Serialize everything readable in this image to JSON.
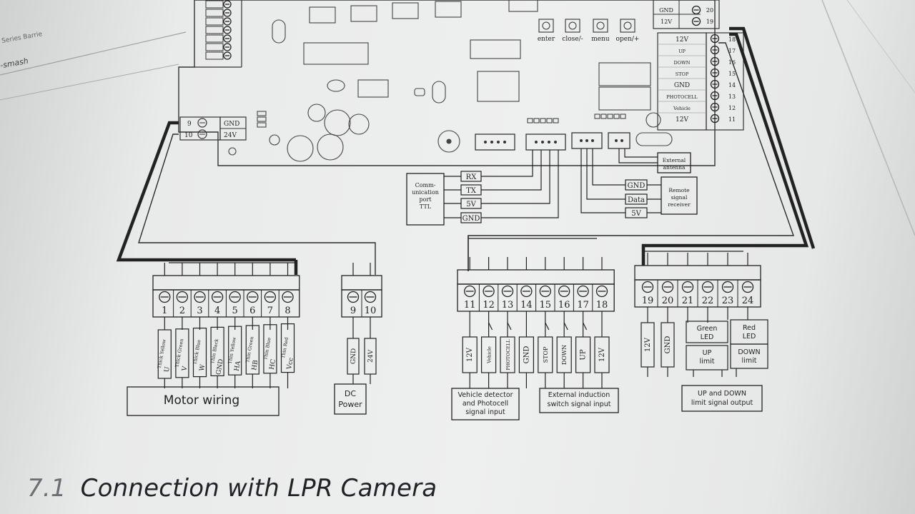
{
  "board": {
    "buttons": [
      "enter",
      "close/-",
      "menu",
      "open/+"
    ],
    "left_terminal": {
      "numbers": [
        "9",
        "10"
      ],
      "labels": [
        "GND",
        "24V"
      ]
    },
    "right_top": {
      "labels": [
        "GND",
        "12V"
      ],
      "numbers": [
        "20",
        "19"
      ]
    },
    "right_terminal": {
      "labels": [
        "12V",
        "UP",
        "DOWN",
        "STOP",
        "GND",
        "PHOTOCELL",
        "Vehicle",
        "12V"
      ],
      "numbers": [
        "18",
        "17",
        "16",
        "15",
        "14",
        "13",
        "12",
        "11"
      ]
    }
  },
  "comm_port": {
    "label_lines": [
      "Comm-",
      "unication",
      "port",
      "TTL"
    ],
    "signals": [
      "RX",
      "TX",
      "5V",
      "GND"
    ]
  },
  "remote": {
    "signals": [
      "GND",
      "Data",
      "5V"
    ],
    "label_lines": [
      "Remote",
      "signal",
      "receiver"
    ],
    "antenna_lines": [
      "External",
      "antenna"
    ]
  },
  "motor": {
    "numbers": [
      "1",
      "2",
      "3",
      "4",
      "5",
      "6",
      "7",
      "8"
    ],
    "wires": [
      "Thick Yellow",
      "Thick Green",
      "Thick Blue",
      "Thin Black",
      "Thin Yellow",
      "Thin Green",
      "Thin Blue",
      "Thin Red"
    ],
    "codes": [
      "U",
      "V",
      "W",
      "GND",
      "HA",
      "HB",
      "HC",
      "Vcc"
    ],
    "caption": "Motor wiring"
  },
  "dc_power": {
    "numbers": [
      "9",
      "10"
    ],
    "signals": [
      "GND",
      "24V"
    ],
    "caption_lines": [
      "DC",
      "Power"
    ]
  },
  "inputs": {
    "numbers": [
      "11",
      "12",
      "13",
      "14",
      "15",
      "16",
      "17",
      "18"
    ],
    "signals": [
      "12V",
      "Vehicle",
      "PHOTOCELL",
      "GND",
      "STOP",
      "DOWN",
      "UP",
      "12V"
    ],
    "caption_left_lines": [
      "Vehicle detector",
      "and Photocell",
      "signal input"
    ],
    "caption_right_lines": [
      "External induction",
      "switch signal input"
    ]
  },
  "outputs": {
    "numbers": [
      "19",
      "20",
      "21",
      "22",
      "23",
      "24"
    ],
    "signals": [
      "12V",
      "GND"
    ],
    "green_led": [
      "Green",
      "LED"
    ],
    "up_limit": [
      "UP",
      "limit"
    ],
    "red_led": [
      "Red",
      "LED"
    ],
    "down_limit": [
      "DOWN",
      "limit"
    ],
    "caption_lines": [
      "UP and DOWN",
      "limit signal output"
    ]
  },
  "section": {
    "number": "7.1",
    "title": "Connection with LPR Camera"
  },
  "background_fragments": [
    "Series Barrie",
    "-smash"
  ]
}
